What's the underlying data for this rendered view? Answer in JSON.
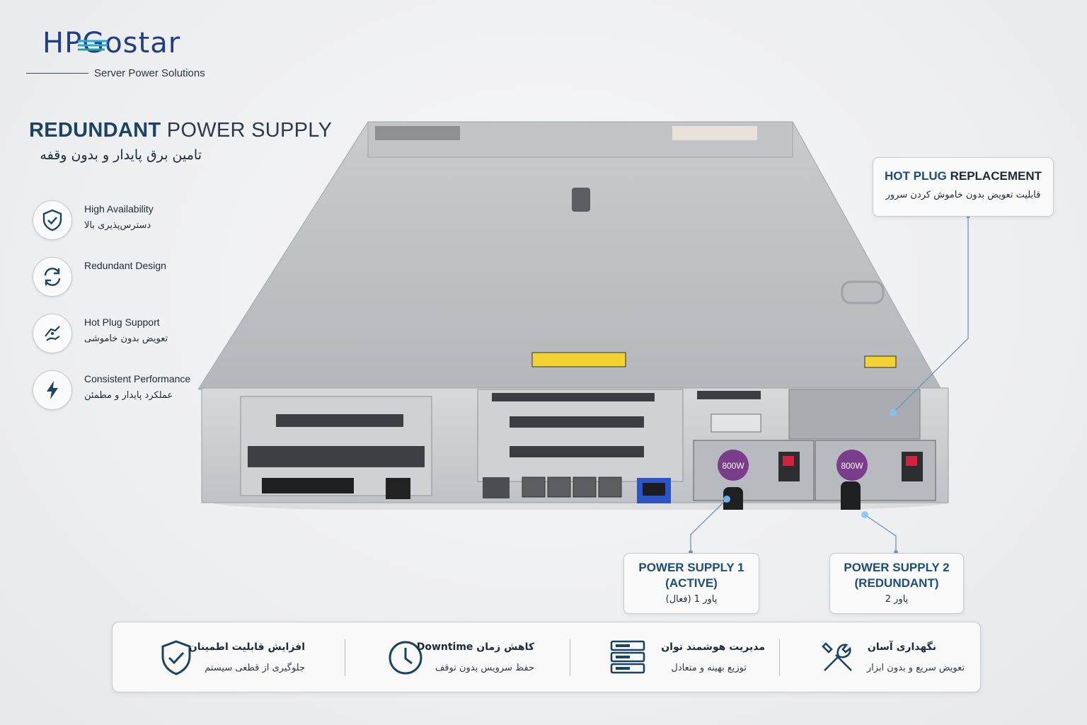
{
  "brand": {
    "logo_text": "HPGostar",
    "tagline": "Server Power Solutions"
  },
  "headline": {
    "bold": "REDUNDANT",
    "rest": " POWER SUPPLY",
    "subtitle_fa": "تامین برق پایدار و بدون وقفه"
  },
  "features": [
    {
      "icon": "shield-check-icon",
      "en": "High Availability",
      "fa": "دسترس‌پذیری بالا"
    },
    {
      "icon": "refresh-icon",
      "en": "Redundant Design",
      "fa": ""
    },
    {
      "icon": "hand-plug-icon",
      "en": "Hot Plug Support",
      "fa": "تعویض بدون خاموشی"
    },
    {
      "icon": "lightning-icon",
      "en": "Consistent Performance",
      "fa": "عملکرد پایدار و مطمئن"
    }
  ],
  "callouts": {
    "hot_plug": {
      "title_bold": "HOT PLUG",
      "title_rest": " REPLACEMENT",
      "fa": "قابلیت تعویض بدون خاموش کردن سرور"
    },
    "psu1": {
      "line1": "POWER SUPPLY 1",
      "line2": "(ACTIVE)",
      "fa": "پاور 1 (فعال)"
    },
    "psu2": {
      "line1": "POWER SUPPLY 2",
      "line2": "(REDUNDANT)",
      "fa": "پاور 2"
    }
  },
  "server": {
    "psu_label": "800W"
  },
  "benefits": [
    {
      "icon": "shield-check-icon",
      "title": "افزایش قابلیت اطمینان",
      "desc": "جلوگیری از قطعی سیستم"
    },
    {
      "icon": "clock-icon",
      "title": "کاهش زمان Downtime",
      "desc": "حفظ سرویس بدون توقف"
    },
    {
      "icon": "server-stack-icon",
      "title": "مدیریت هوشمند توان",
      "desc": "توزیع بهینه و متعادل"
    },
    {
      "icon": "tools-icon",
      "title": "نگهداری آسان",
      "desc": "تعویض سریع و بدون ابزار"
    }
  ],
  "colors": {
    "accent": "#1a4e7e",
    "psu_handle": "#7a3d8c",
    "latch": "#d2233c"
  }
}
